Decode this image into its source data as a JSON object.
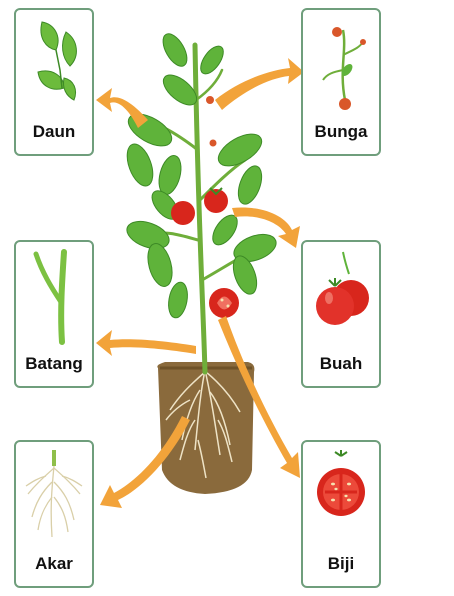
{
  "labels": {
    "daun": "Daun",
    "bunga": "Bunga",
    "batang": "Batang",
    "buah": "Buah",
    "akar": "Akar",
    "biji": "Biji"
  },
  "colors": {
    "card_border": "#6f9e7c",
    "arrow": "#f2a33a",
    "leaf": "#5fb33a",
    "leaf_dark": "#3d8a26",
    "stem": "#6fae3a",
    "tomato": "#d8261c",
    "soil": "#8a6a3c",
    "root": "#e6dcc0",
    "flower": "#d9572a"
  },
  "icons": [
    "leaf-icon",
    "flower-icon",
    "stem-icon",
    "tomato-icon",
    "root-icon",
    "seed-icon"
  ]
}
